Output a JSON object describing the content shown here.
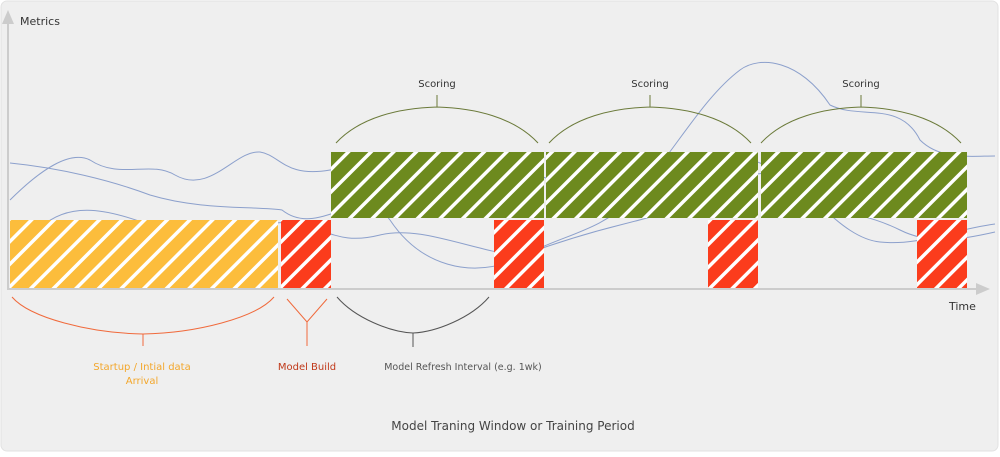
{
  "axes": {
    "y_label": "Metrics",
    "x_label": "Time"
  },
  "scoring_labels": [
    "Scoring",
    "Scoring",
    "Scoring"
  ],
  "annotations": {
    "startup_line1": "Startup / Intial data",
    "startup_line2": "Arrival",
    "model_build": "Model Build",
    "refresh_interval": "Model Refresh Interval (e.g. 1wk)"
  },
  "caption": "Model Traning Window or Training Period",
  "colors": {
    "background": "#efefef",
    "startup": "#fcbd3c",
    "model_build": "#fb3c1c",
    "scoring": "#6d8a1e",
    "startup_text": "#f3a72c",
    "model_build_text": "#c0391a",
    "refresh_text": "#555555",
    "caption_text": "#444444",
    "axis": "#cccccc",
    "metric_line": "#8ca0cc",
    "scoring_brace": "#6b7a3a",
    "startup_brace": "#f06a3c",
    "build_brace": "#f06a3c",
    "refresh_brace": "#555555"
  }
}
